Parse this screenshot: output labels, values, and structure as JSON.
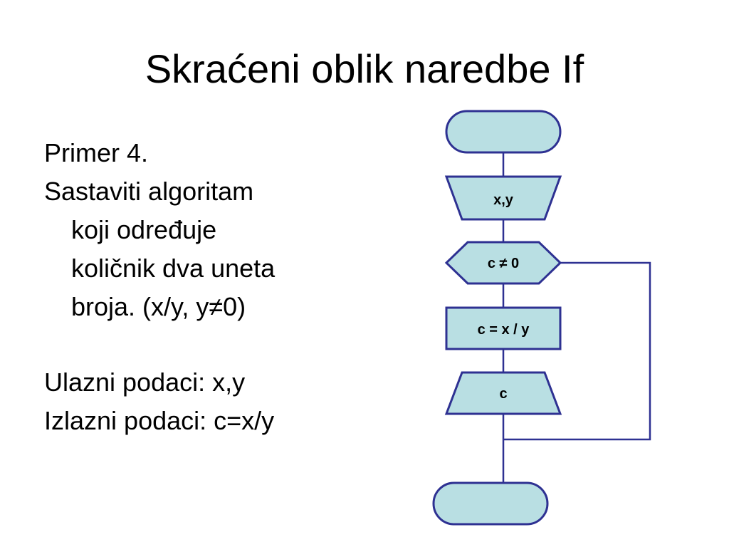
{
  "slide": {
    "title": "Skraćeni oblik naredbe If",
    "body": {
      "example_label": "Primer 4.",
      "task_line_1": "Sastaviti algoritam",
      "task_line_2": "koji određuje",
      "task_line_3": "količnik dva uneta",
      "task_line_4": "broja. (x/y, y≠0)",
      "input_data": "Ulazni podaci: x,y",
      "output_data": "Izlazni podaci: c=x/y"
    }
  },
  "flowchart": {
    "start_label": "",
    "input_label": "x,y",
    "decision_label": "c ≠ 0",
    "process_label": "c = x / y",
    "output_label": "c",
    "end_label": "",
    "colors": {
      "shape_fill": "#b9dfe3",
      "stroke": "#2e3192"
    }
  }
}
